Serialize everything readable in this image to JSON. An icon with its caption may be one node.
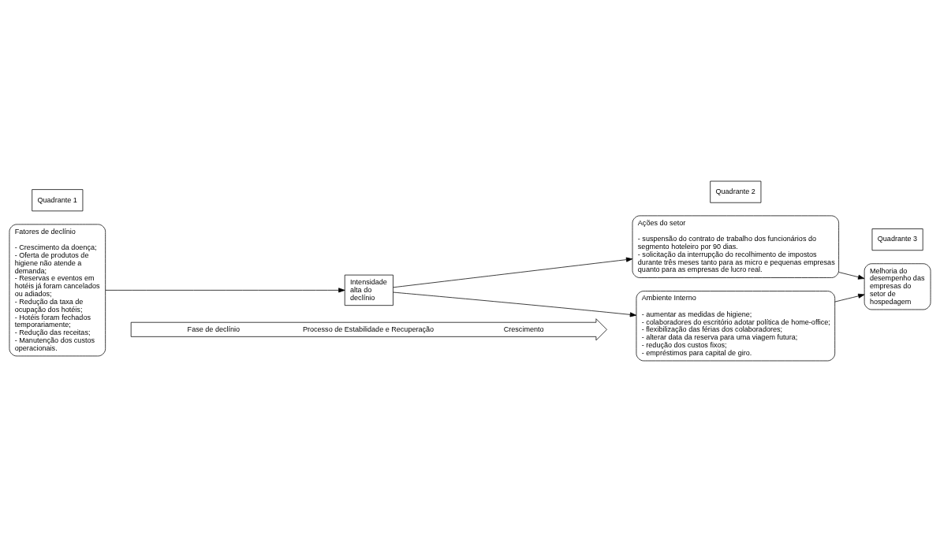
{
  "diagram": {
    "nodes": [
      {
        "text": [
          "Quadrante 1"
        ]
      },
      {
        "text": [
          "Quadrante 2"
        ]
      },
      {
        "text": [
          "Quadrante 3"
        ]
      },
      {
        "text": [
          "Fatores de declínio",
          "- Crescimento da doença;",
          "- Oferta de produtos de higiene não atende a demanda;",
          "- Reservas e eventos em hotéis já foram cancelados ou adiados;",
          "- Redução da taxa de ocupação dos hotéis;",
          "- Hotéis foram fechados temporariamente;",
          "- Redução das receitas;",
          "- Manutenção dos custos operacionais."
        ]
      },
      {
        "text": [
          "Intensidade alta do declínio"
        ]
      },
      {
        "text": [
          "Ações do setor",
          "- suspensão do contrato de trabalho dos funcionários do segmento hoteleiro por 90 dias.",
          "- solicitação da interrupção do recolhimento de impostos durante três meses tanto para as micro e pequenas empresas quanto para as empresas de lucro real."
        ]
      },
      {
        "text": [
          "Ambiente Interno",
          "- aumentar as medidas de higiene;",
          "- colaboradores do escritório adotar política de home-office;",
          "- flexibilização das férias dos colaboradores;",
          "- alterar data da reserva para uma viagem futura;",
          "- redução dos custos fixos;",
          "- empréstimos para capital de giro."
        ]
      },
      {
        "text": [
          "Melhoria do desempenho das empresas do setor de hospedagem"
        ]
      },
      {
        "text": [
          "Fase de declínio",
          "Processo de Estabilidade e Recuperação",
          "Crescimento"
        ]
      }
    ],
    "edges": [
      {
        "from": 3,
        "to": 4,
        "arrow": "to"
      },
      {
        "from": 4,
        "to": 5,
        "arrow": "to"
      },
      {
        "from": 4,
        "to": 6,
        "arrow": "to"
      },
      {
        "from": 5,
        "to": 7,
        "arrow": "to"
      },
      {
        "from": 6,
        "to": 7,
        "arrow": "to"
      }
    ]
  }
}
